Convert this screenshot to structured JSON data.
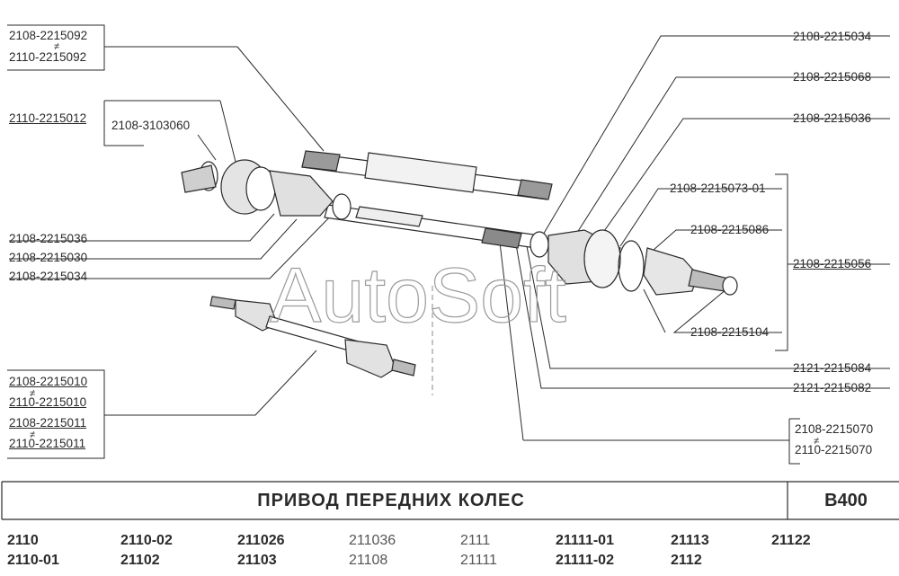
{
  "diagram": {
    "left_labels": {
      "top_pair": [
        "2108-2215092",
        "2110-2215092"
      ],
      "top_pair_neq": "≠",
      "sub_a": "2110-2215012",
      "sub_b": "2108-3103060",
      "l1": "2108-2215036",
      "l2": "2108-2215030",
      "l3": "2108-2215034",
      "bottom_group": [
        "2108-2215010",
        "2110-2215010",
        "2108-2215011",
        "2110-2215011"
      ],
      "bottom_neq": "≠"
    },
    "right_labels": {
      "r1": "2108-2215034",
      "r2": "2108-2215068",
      "r3": "2108-2215036",
      "r4": "2108-2215073-01",
      "r5": "2108-2215086",
      "r6": "2108-2215056",
      "r7": "2108-2215104",
      "r8": "2121-2215084",
      "r9": "2121-2215082",
      "bottom_pair": [
        "2108-2215070",
        "2110-2215070"
      ],
      "bottom_neq": "≠"
    },
    "watermark": "AutoSoft"
  },
  "footer": {
    "title": "ПРИВОД  ПЕРЕДНИХ  КОЛЕС",
    "code": "B400",
    "models_row1": [
      "2110",
      "2110-02",
      "211026",
      "211036",
      "2111",
      "21111-01",
      "21113",
      "21122"
    ],
    "models_row2": [
      "2110-01",
      "21102",
      "21103",
      "21108",
      "21111",
      "21111-02",
      "2112"
    ]
  },
  "colors": {
    "ink": "#2a2a2a",
    "paper": "#ffffff",
    "shade": "#d8d8d8"
  }
}
